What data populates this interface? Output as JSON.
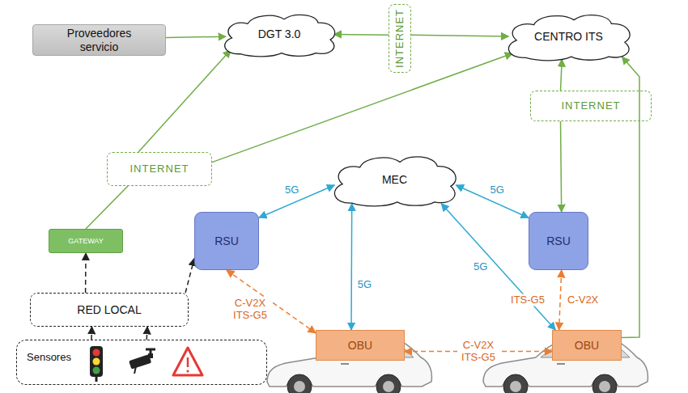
{
  "diagram": {
    "nodes": [
      {
        "text": [
          "Proveedores servicio"
        ]
      },
      {
        "text": [
          "DGT 3.0"
        ]
      },
      {
        "text": [
          "INTERNET"
        ]
      },
      {
        "text": [
          "CENTRO ITS"
        ]
      },
      {
        "text": [
          "INTERNET"
        ]
      },
      {
        "text": [
          "INTERNET"
        ]
      },
      {
        "text": [
          "MEC"
        ]
      },
      {
        "text": [
          "RSU"
        ]
      },
      {
        "text": [
          "RSU"
        ]
      },
      {
        "text": [
          "GATEWAY"
        ]
      },
      {
        "text": [
          "RED LOCAL"
        ]
      },
      {
        "text": [
          "Sensores"
        ]
      },
      {
        "text": [
          "OBU"
        ]
      },
      {
        "text": [
          "OBU"
        ]
      }
    ],
    "edges": [
      {
        "from": 0,
        "to": 1,
        "arrow": "to"
      },
      {
        "from": 2,
        "to": 1,
        "arrow": "to"
      },
      {
        "from": 2,
        "to": 3,
        "arrow": "to"
      },
      {
        "from": 5,
        "to": 1,
        "arrow": "to"
      },
      {
        "from": 5,
        "to": 3,
        "arrow": "to"
      },
      {
        "from": 9,
        "to": 5,
        "arrow": "none"
      },
      {
        "from": 10,
        "to": 9,
        "arrow": "to"
      },
      {
        "from": 10,
        "to": 7,
        "arrow": "to"
      },
      {
        "from": 11,
        "to": 10,
        "arrow": "to"
      },
      {
        "from": 11,
        "to": 10,
        "arrow": "to"
      },
      {
        "from": 7,
        "to": 6,
        "label": "5G",
        "arrow": "both"
      },
      {
        "from": 8,
        "to": 6,
        "label": "5G",
        "arrow": "both"
      },
      {
        "from": 12,
        "to": 6,
        "label": "5G",
        "arrow": "both"
      },
      {
        "from": 13,
        "to": 6,
        "label": "5G",
        "arrow": "both"
      },
      {
        "from": 7,
        "to": 12,
        "label": "C-V2X ITS-G5",
        "arrow": "both"
      },
      {
        "from": 8,
        "to": 13,
        "label": "C-V2X",
        "arrow": "both"
      },
      {
        "from": 12,
        "to": 13,
        "label": "C-V2X ITS-G5",
        "arrow": "both"
      },
      {
        "from": 4,
        "to": 3,
        "arrow": "to"
      },
      {
        "from": 4,
        "to": 8,
        "arrow": "to"
      },
      {
        "from": 13,
        "to": 3,
        "arrow": "to"
      }
    ],
    "labels": [
      "ITS-G5"
    ]
  }
}
